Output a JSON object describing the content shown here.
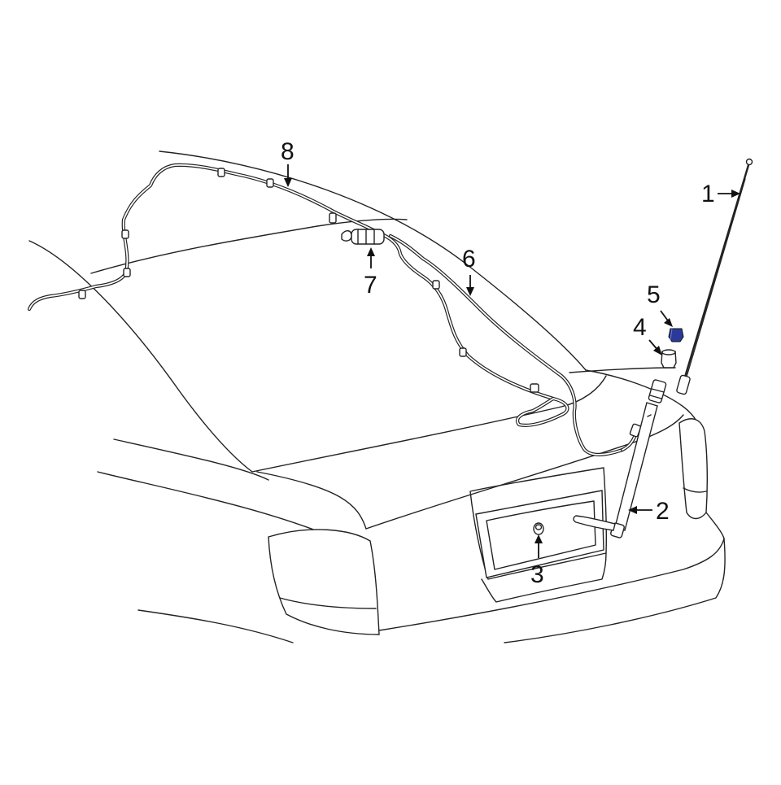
{
  "diagram": {
    "callouts": [
      {
        "id": "1",
        "label": "1",
        "part": "antenna-mast"
      },
      {
        "id": "2",
        "label": "2",
        "part": "antenna-motor-assembly"
      },
      {
        "id": "3",
        "label": "3",
        "part": "grommet"
      },
      {
        "id": "4",
        "label": "4",
        "part": "antenna-base-nut"
      },
      {
        "id": "5",
        "label": "5",
        "part": "antenna-cap-nut"
      },
      {
        "id": "6",
        "label": "6",
        "part": "antenna-cable"
      },
      {
        "id": "7",
        "label": "7",
        "part": "cable-connector"
      },
      {
        "id": "8",
        "label": "8",
        "part": "roof-antenna-lead"
      }
    ],
    "colors": {
      "line": "#222222",
      "highlight": "#2b3a9a",
      "background": "#ffffff"
    }
  }
}
